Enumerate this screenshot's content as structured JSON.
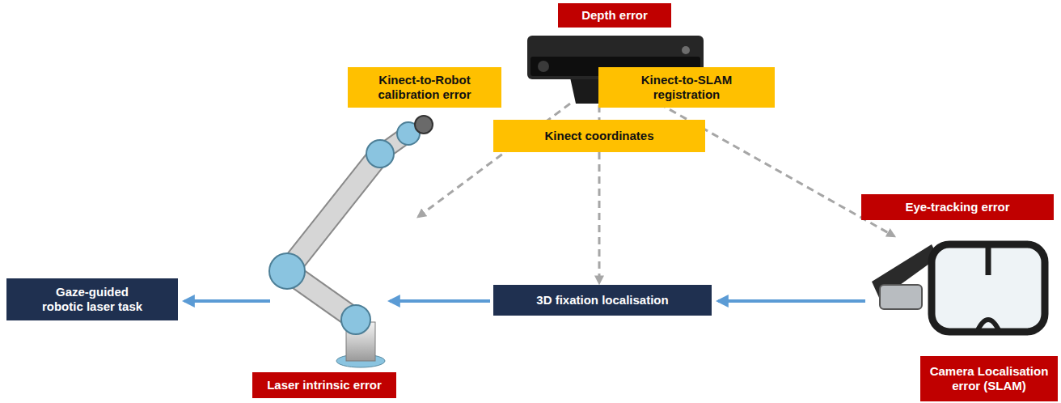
{
  "diagram": {
    "nodes": [
      {
        "text": [
          "Depth error"
        ]
      },
      {
        "text": [
          "Kinect-to-Robot calibration error"
        ]
      },
      {
        "text": [
          "Kinect-to-SLAM registration"
        ]
      },
      {
        "text": [
          "Kinect coordinates"
        ]
      },
      {
        "text": [
          "Eye-tracking error"
        ]
      },
      {
        "text": [
          "Gaze-guided robotic laser task"
        ]
      },
      {
        "text": [
          "3D fixation localisation"
        ]
      },
      {
        "text": [
          "Laser intrinsic error"
        ]
      },
      {
        "text": [
          "Camera Localisation error (SLAM)"
        ]
      }
    ],
    "edges": [
      {
        "from": 3,
        "to": 6,
        "arrow": "to"
      }
    ]
  }
}
